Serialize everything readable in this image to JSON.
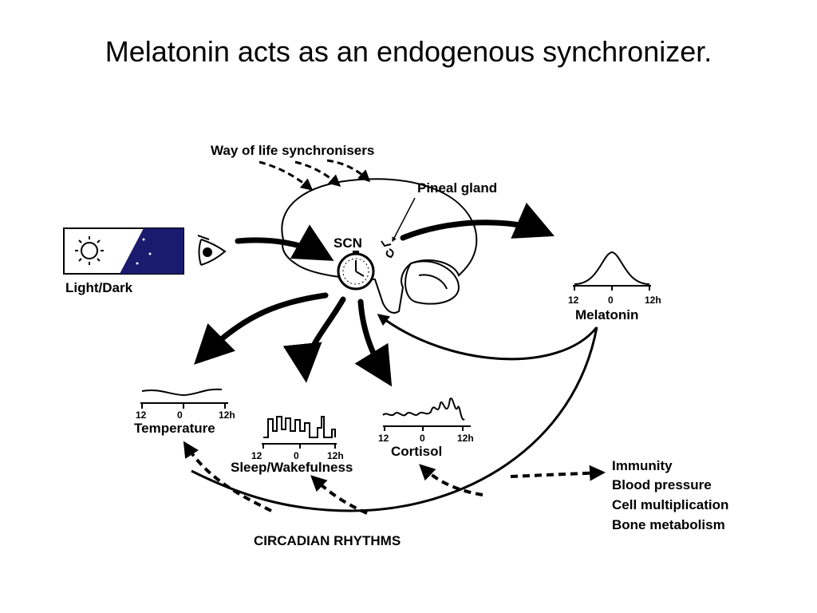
{
  "title": "Melatonin acts as an endogenous synchronizer.",
  "diagram": {
    "way_of_life": "Way of life synchronisers",
    "pineal_gland": "Pineal gland",
    "scn": "SCN",
    "light_dark": "Light/Dark",
    "melatonin": "Melatonin",
    "temperature": "Temperature",
    "sleep_wakefulness": "Sleep/Wakefulness",
    "cortisol": "Cortisol",
    "circadian_rhythms": "CIRCADIAN RHYTHMS",
    "effects": [
      "Immunity",
      "Blood pressure",
      "Cell multiplication",
      "Bone metabolism"
    ],
    "ticks": [
      "12",
      "0",
      "12h"
    ]
  }
}
